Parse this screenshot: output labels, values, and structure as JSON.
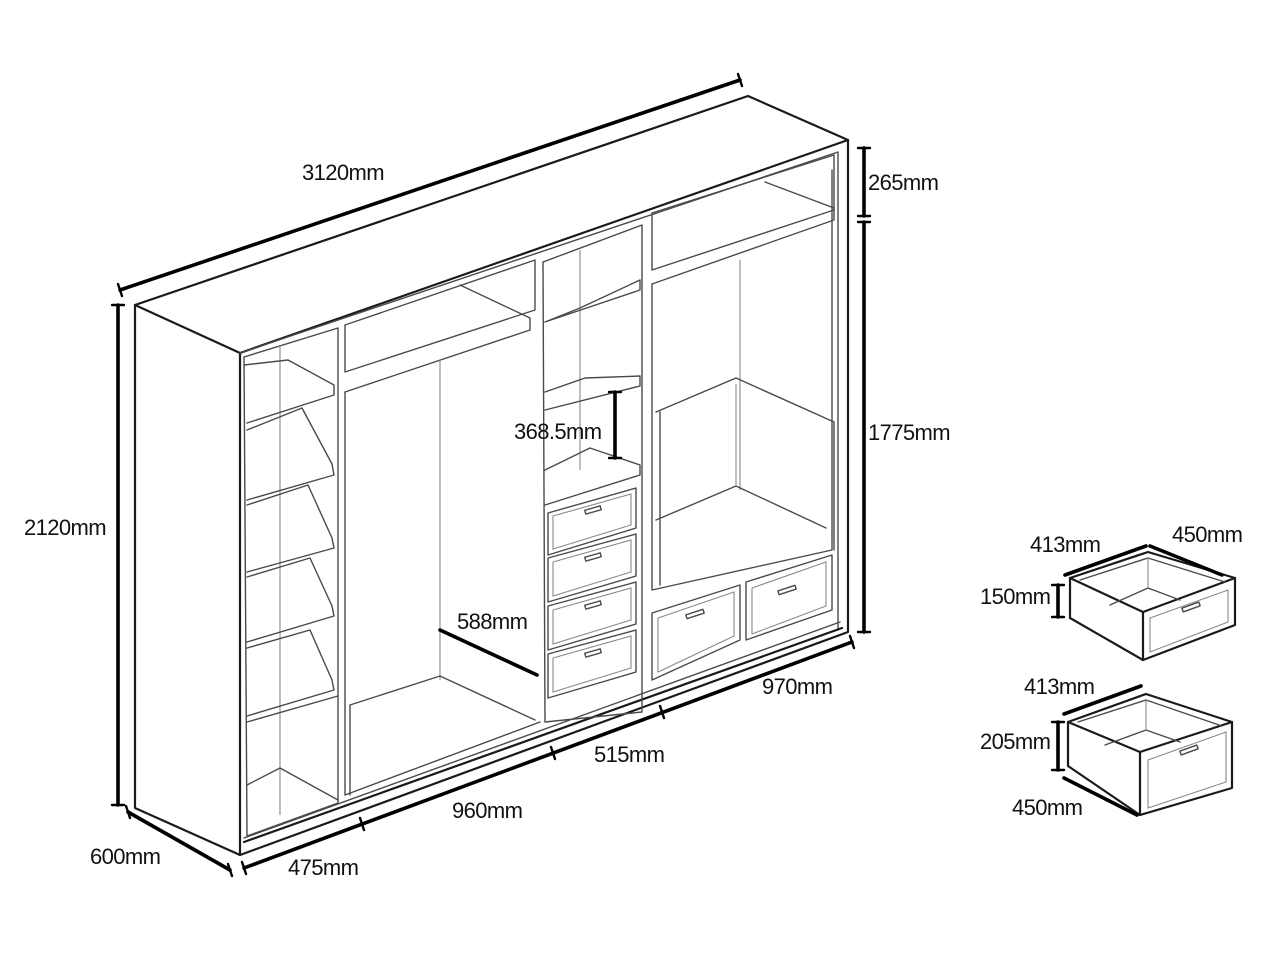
{
  "dimensions": {
    "overall_width": "3120mm",
    "top_height": "265mm",
    "overall_height": "2120mm",
    "hanging_height": "1775mm",
    "shelf_spacing": "368.5mm",
    "hanging_depth": "588mm",
    "right_section_width": "970mm",
    "drawer_section_width": "515mm",
    "middle_section_width": "960mm",
    "left_section_width": "475mm",
    "depth": "600mm"
  },
  "small_drawer": {
    "width": "413mm",
    "depth": "450mm",
    "height": "150mm"
  },
  "large_drawer": {
    "width": "413mm",
    "height": "205mm",
    "depth": "450mm"
  }
}
